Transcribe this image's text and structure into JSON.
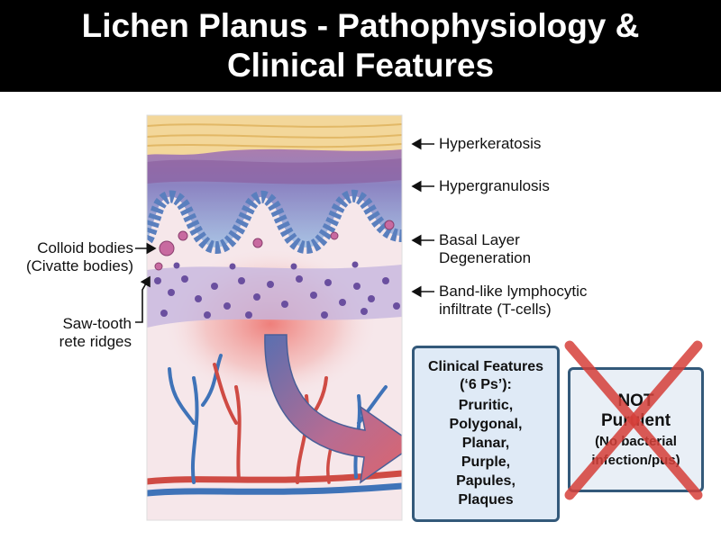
{
  "title": "Lichen Planus - Pathophysiology & Clinical Features",
  "labels": {
    "hyperkeratosis": "Hyperkeratosis",
    "hypergranulosis": "Hypergranulosis",
    "basal_1": "Basal Layer",
    "basal_2": "Degeneration",
    "band_1": "Band-like lymphocytic",
    "band_2": "infiltrate (T-cells)",
    "colloid_1": "Colloid bodies",
    "colloid_2": "(Civatte bodies)",
    "sawtooth_1": "Saw-tooth",
    "sawtooth_2": "rete ridges"
  },
  "clinical_features": {
    "heading_1": "Clinical Features",
    "heading_2": "(‘6 Ps’):",
    "items": [
      "Pruritic,",
      "Polygonal,",
      "Planar,",
      "Purple,",
      "Papules,",
      "Plaques"
    ]
  },
  "not_purulent": {
    "title_1": "NOT",
    "title_2": "Purulent",
    "note_1": "(No bacterial",
    "note_2": "infection/pus)"
  },
  "colors": {
    "stratum_corneum": "#f3d79a",
    "epidermis": "#9fb6db",
    "basal_cells": "#7e9ccf",
    "lymphocytes": "#6a4f9f",
    "dermis": "#f6e7ea",
    "inflammation": "#e9605a",
    "artery": "#cf4b44",
    "vein": "#3f73b8",
    "box_border": "#33597a",
    "cross": "#d6403a"
  }
}
